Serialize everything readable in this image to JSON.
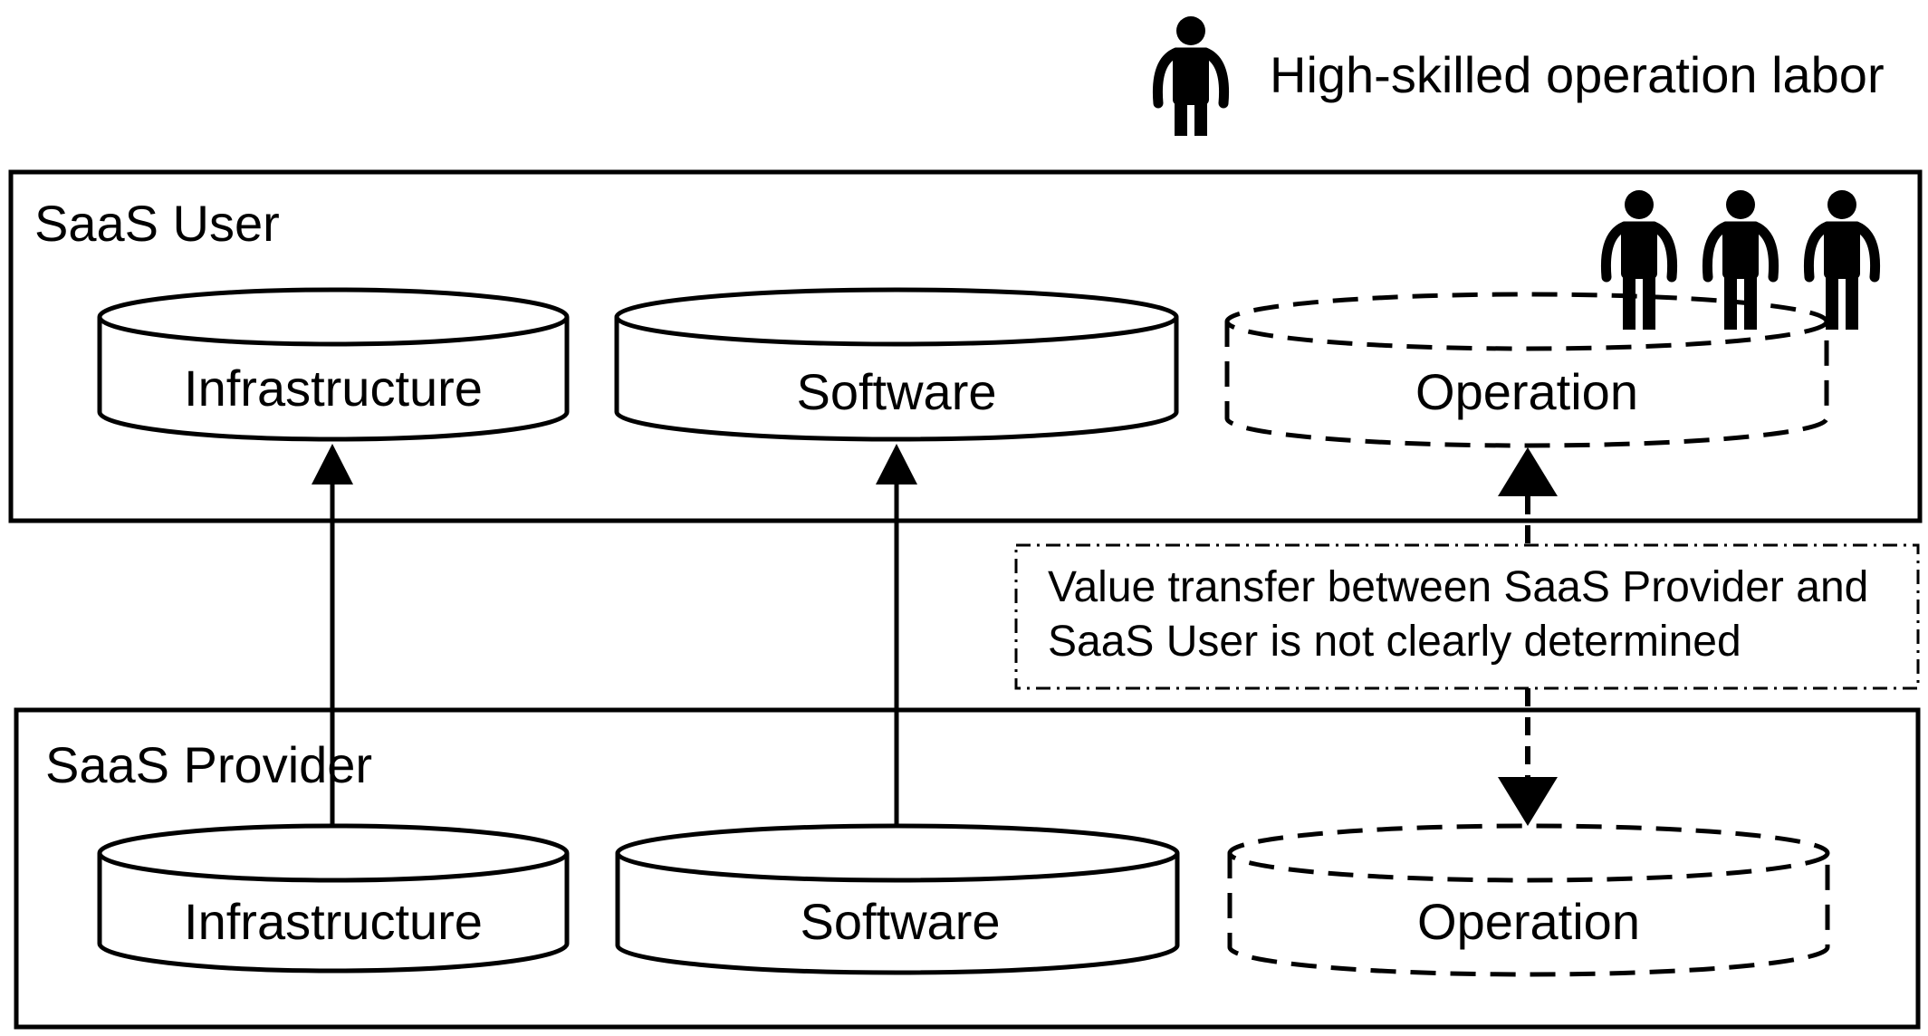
{
  "legend": {
    "label": "High-skilled operation labor",
    "icon": "person-icon"
  },
  "user_box": {
    "title": "SaaS User",
    "cylinders": [
      {
        "label": "Infrastructure",
        "style": "solid"
      },
      {
        "label": "Software",
        "style": "solid"
      },
      {
        "label": "Operation",
        "style": "dashed"
      }
    ]
  },
  "provider_box": {
    "title": "SaaS Provider",
    "cylinders": [
      {
        "label": "Infrastructure",
        "style": "solid"
      },
      {
        "label": "Software",
        "style": "solid"
      },
      {
        "label": "Operation",
        "style": "dashed"
      }
    ]
  },
  "note": {
    "line1": "Value transfer between SaaS Provider and",
    "line2": "SaaS User is not clearly determined"
  },
  "colors": {
    "stroke": "#000000",
    "background": "#ffffff"
  }
}
